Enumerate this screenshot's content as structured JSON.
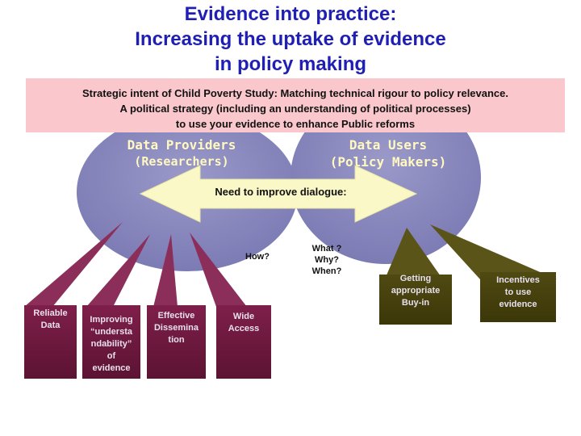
{
  "title": {
    "line1": "Evidence into practice:",
    "line2": "Increasing the uptake of evidence",
    "line3": "in policy making"
  },
  "band": {
    "line1": "Strategic intent of Child Poverty Study: Matching technical rigour to policy relevance.",
    "line2": "A political strategy (including an understanding of political processes)",
    "line3": "to use your evidence to enhance Public reforms"
  },
  "providers": {
    "line1": "Data Providers",
    "line2": "(Researchers)"
  },
  "users": {
    "line1": "Data Users",
    "line2": "(Policy Makers)"
  },
  "dialogue": "Need to improve dialogue:",
  "how": "How?",
  "questions": {
    "line1": "What ?",
    "line2": "Why?",
    "line3": "When?"
  },
  "boxes": {
    "reliable": {
      "line1": "Reliable",
      "line2": "Data"
    },
    "improving": {
      "line1": "Improving",
      "line2": "“understa",
      "line3": "ndability”",
      "line4": "of",
      "line5": "evidence"
    },
    "effective": {
      "line1": "Effective",
      "line2": "Dissemina",
      "line3": "tion"
    },
    "wide": {
      "line1": "Wide",
      "line2": "Access"
    },
    "getting": {
      "line1": "Getting",
      "line2": "appropriate",
      "line3": "Buy-in"
    },
    "incentives": {
      "line1": "Incentives",
      "line2": "to use",
      "line3": "evidence"
    }
  },
  "colors": {
    "title": "#1f1fb4",
    "band": "#fac8cc",
    "ellipse": "#8a89be",
    "arrow": "#fbf8c8",
    "provider_box": "#7a1b45",
    "user_box": "#46410c"
  }
}
